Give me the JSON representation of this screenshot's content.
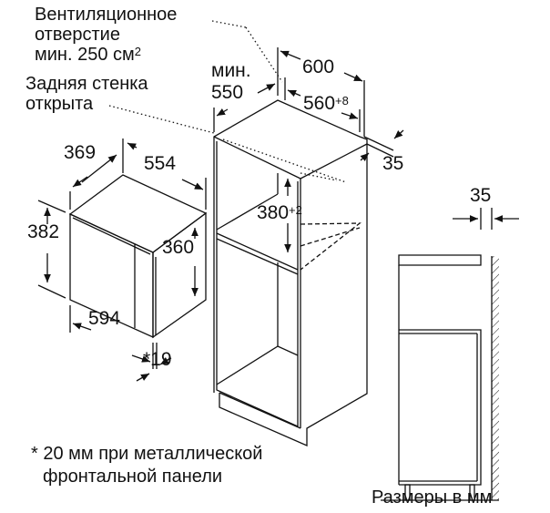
{
  "labels": {
    "vent_line1": "Вентиляционное",
    "vent_line2": "отверстие",
    "vent_line3": "мин. 250 см",
    "vent_sup": "2",
    "rear_line1": "Задняя стенка",
    "rear_line2": "открыта",
    "footnote_line1": "* 20 мм при металлической",
    "footnote_line2": "фронтальной панели",
    "units": "Размеры в мм"
  },
  "dimensions": {
    "min_label": "мин.",
    "min_depth": "550",
    "cabinet_width": "600",
    "niche_width": "560",
    "niche_width_tol": "+8",
    "side_thickness": "35",
    "niche_height": "380",
    "niche_height_tol": "+2",
    "device_depth": "369",
    "device_body_width": "554",
    "device_height": "382",
    "device_body_height": "360",
    "device_width": "594",
    "front_offset": "*19",
    "wall_gap": "35"
  }
}
